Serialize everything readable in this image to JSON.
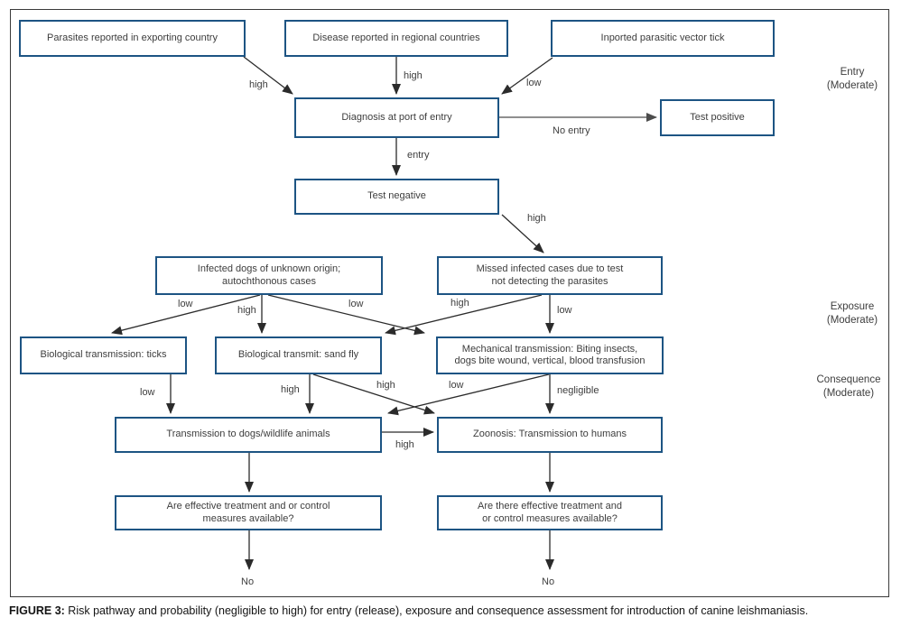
{
  "figure": {
    "caption_label": "FIGURE 3:",
    "caption_text": " Risk pathway and probability (negligible to high) for entry (release), exposure and consequence assessment for introduction of canine leishmaniasis."
  },
  "colors": {
    "box_border": "#1d5483",
    "arrow": "#2b2b2b",
    "text": "#3d3d3d"
  },
  "phases": {
    "entry": [
      "Entry",
      "(Moderate)"
    ],
    "exposure": [
      "Exposure",
      "(Moderate)"
    ],
    "consequence": [
      "Consequence",
      "(Moderate)"
    ]
  },
  "nodes": {
    "parasites": "Parasites reported in exporting country",
    "disease": "Disease reported in regional countries",
    "imported": "Inported parasitic vector tick",
    "diagnosis": "Diagnosis at port of entry",
    "test_positive": "Test positive",
    "test_negative": "Test negative",
    "infected_dogs": [
      "Infected dogs of unknown origin;",
      "autochthonous cases"
    ],
    "missed_cases": [
      "Missed infected cases due to test",
      "not detecting the parasites"
    ],
    "ticks": "Biological transmission: ticks",
    "sandfly": "Biological transmit: sand fly",
    "mechanical": [
      "Mechanical transmission: Biting insects,",
      "dogs bite wound, vertical, blood transfusion"
    ],
    "dogs_wildlife": "Transmission to dogs/wildlife animals",
    "zoonosis": "Zoonosis: Transmission to humans",
    "treatment_left": [
      "Are effective treatment and or control",
      "measures available?"
    ],
    "treatment_right": [
      "Are there effective treatment and",
      "or control measures available?"
    ]
  },
  "edge_labels": {
    "parasites_high": "high",
    "disease_high": "high",
    "imported_low": "low",
    "no_entry": "No entry",
    "entry": "entry",
    "testneg_high": "high",
    "dogs_low_ticks": "low",
    "dogs_high_sandfly": "high",
    "dogs_low_mechanical": "low",
    "missed_high_sandfly": "high",
    "missed_low_mechanical": "low",
    "ticks_low": "low",
    "sandfly_high": "high",
    "sandfly_high_zoonosis": "high",
    "mechanical_low_dogs": "low",
    "mechanical_negligible": "negligible",
    "dogs_high_zoonosis": "high",
    "no_left": "No",
    "no_right": "No"
  }
}
